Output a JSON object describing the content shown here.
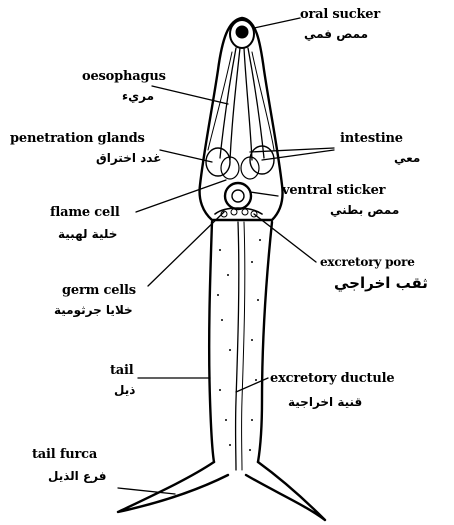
{
  "labels": {
    "oral_sucker": {
      "en": "oral sucker",
      "ar": "ممص فمي"
    },
    "oesophagus": {
      "en": "oesophagus",
      "ar": "مريء"
    },
    "penetration_glands": {
      "en": "penetration glands",
      "ar": "غدد اختراق"
    },
    "intestine": {
      "en": "intestine",
      "ar": "معي"
    },
    "ventral_sucker": {
      "en": "ventral sticker",
      "ar": "ممص بطني"
    },
    "flame_cell": {
      "en": "flame cell",
      "ar": "خلية لهبية"
    },
    "excretory_pore": {
      "en": "excretory pore",
      "ar": "ثقب اخراجي"
    },
    "germ_cells": {
      "en": "germ cells",
      "ar": "خلايا جرثومية"
    },
    "tail": {
      "en": "tail",
      "ar": "ذيل"
    },
    "excretory_ductule": {
      "en": "excretory ductule",
      "ar": "قنية اخراجية"
    },
    "tail_furca": {
      "en": "tail furca",
      "ar": "فرع الذيل"
    }
  }
}
